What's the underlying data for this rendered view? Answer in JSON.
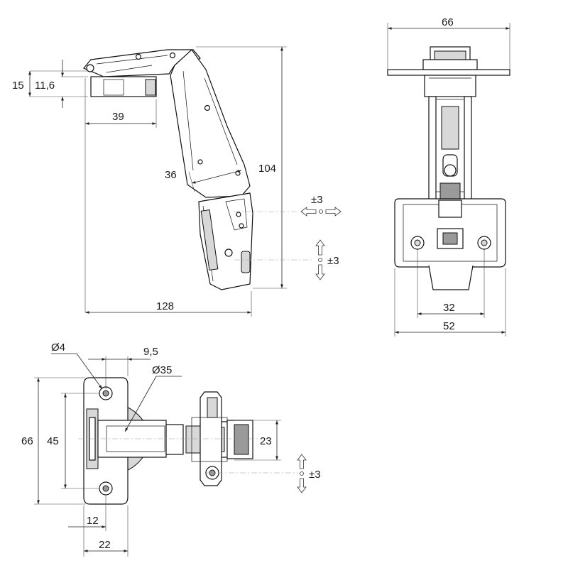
{
  "colors": {
    "line": "#111111",
    "fill_gray": "#d8d8d8",
    "fill_dark": "#9a9a9a",
    "background": "#ffffff"
  },
  "side_view": {
    "dim_15": "15",
    "dim_11_6": "11,6",
    "dim_39": "39",
    "dim_36": "36",
    "dim_104": "104",
    "dim_128": "128",
    "adj_horizontal": "±3",
    "adj_vertical": "±3"
  },
  "front_view": {
    "dim_66": "66",
    "dim_32": "32",
    "dim_52": "52"
  },
  "top_view": {
    "dim_d4": "Ø4",
    "dim_9_5": "9,5",
    "dim_d35": "Ø35",
    "dim_66": "66",
    "dim_45": "45",
    "dim_23": "23",
    "dim_12": "12",
    "dim_22": "22",
    "adj_vertical": "±3"
  }
}
